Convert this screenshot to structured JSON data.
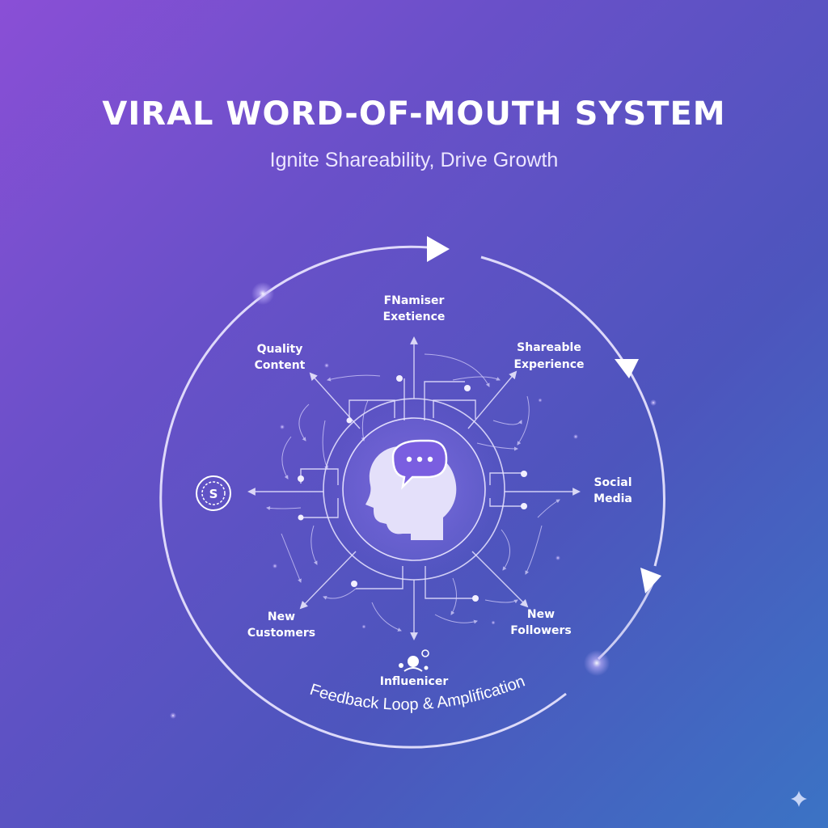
{
  "title": "VIRAL WORD-OF-MOUTH SYSTEM",
  "subtitle": "Ignite Shareability, Drive Growth",
  "nodes": {
    "top": [
      "FNamiser",
      "Exetience"
    ],
    "top_left": [
      "Quality",
      "Content"
    ],
    "top_right": [
      "Shareable",
      "Experience"
    ],
    "right": [
      "Social",
      "Media"
    ],
    "bottom_right": [
      "New",
      "Followers"
    ],
    "bottom": [
      "Influenicer"
    ],
    "bottom_left": [
      "New",
      "Customers"
    ],
    "left_icon": "S"
  },
  "feedback_label": "Feedback Loop & Amplification",
  "icons": {
    "center": "head-speech-bubble-icon",
    "left": "dollar-coin-icon",
    "bottom": "influencer-people-icon",
    "corner": "sparkle-icon"
  },
  "colors": {
    "background_start": "#8a4fd6",
    "background_end": "#3b73c4",
    "line": "#e8e4ff",
    "glow": "#c9b8ff"
  }
}
